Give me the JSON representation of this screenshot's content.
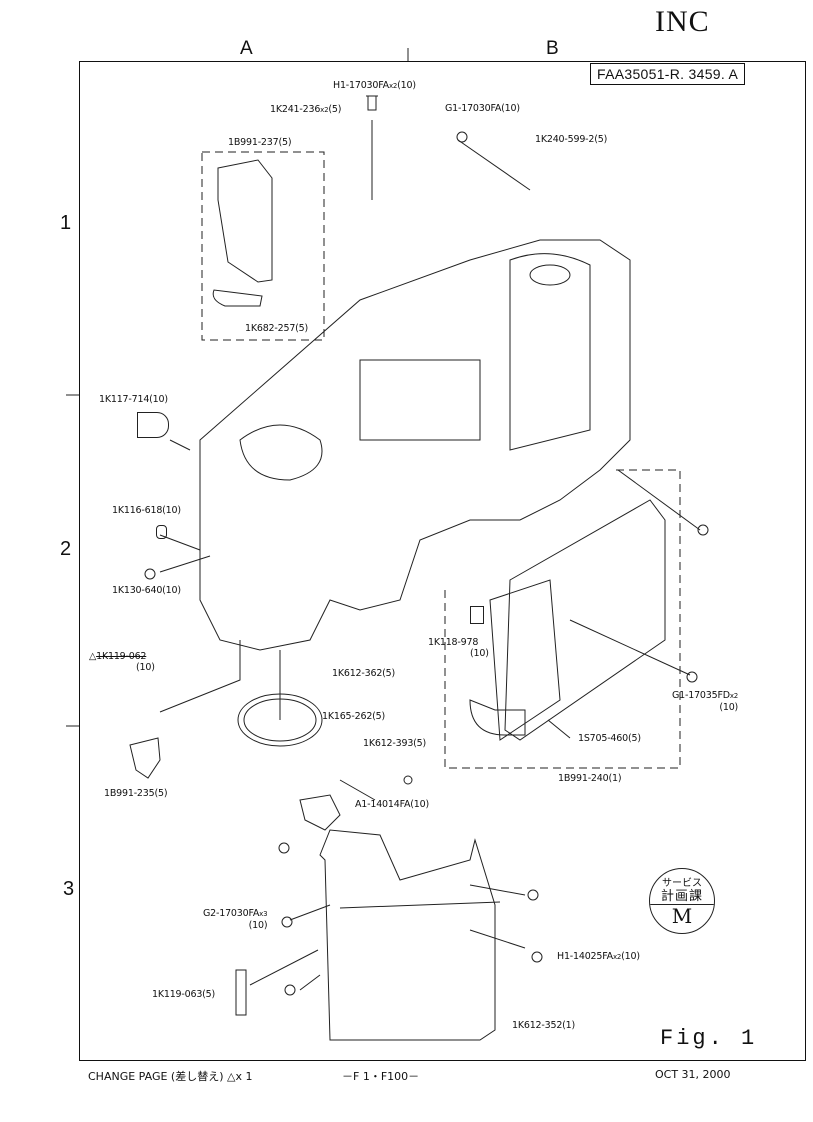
{
  "header": {
    "corner_text": "INC",
    "column_labels": [
      "A",
      "B"
    ],
    "row_labels": [
      "1",
      "2",
      "3"
    ],
    "document_number": "FAA35051-R. 3459. A"
  },
  "parts": [
    {
      "id": "h1-17030fa",
      "code": "H1-17030FA",
      "qty_mult": "x2",
      "pack": "(10)"
    },
    {
      "id": "1k241-236",
      "code": "1K241-236",
      "qty_mult": "x2",
      "pack": "(5)"
    },
    {
      "id": "g1-17030fa",
      "code": "G1-17030FA",
      "qty_mult": "",
      "pack": "(10)"
    },
    {
      "id": "1k240-599-2",
      "code": "1K240-599-2",
      "qty_mult": "",
      "pack": "(5)"
    },
    {
      "id": "1b991-237",
      "code": "1B991-237",
      "qty_mult": "",
      "pack": "(5)"
    },
    {
      "id": "1k682-257",
      "code": "1K682-257",
      "qty_mult": "",
      "pack": "(5)"
    },
    {
      "id": "1k117-714",
      "code": "1K117-714",
      "qty_mult": "",
      "pack": "(10)"
    },
    {
      "id": "1k116-618",
      "code": "1K116-618",
      "qty_mult": "",
      "pack": "(10)"
    },
    {
      "id": "1k130-640",
      "code": "1K130-640",
      "qty_mult": "",
      "pack": "(10)"
    },
    {
      "id": "1k119-062",
      "code": "1K119-062",
      "qty_mult": "",
      "pack": "(10)",
      "change_mark": "△",
      "struck_out": true
    },
    {
      "id": "1k612-362",
      "code": "1K612-362",
      "qty_mult": "",
      "pack": "(5)"
    },
    {
      "id": "1k165-262",
      "code": "1K165-262",
      "qty_mult": "",
      "pack": "(5)"
    },
    {
      "id": "1b991-235",
      "code": "1B991-235",
      "qty_mult": "",
      "pack": "(5)"
    },
    {
      "id": "1k118-978",
      "code": "1K118-978",
      "qty_mult": "",
      "pack": "(10)"
    },
    {
      "id": "g1-17035fd",
      "code": "G1-17035FD",
      "qty_mult": "x2",
      "pack": "(10)"
    },
    {
      "id": "1s705-460",
      "code": "1S705-460",
      "qty_mult": "",
      "pack": "(5)"
    },
    {
      "id": "1b991-240",
      "code": "1B991-240",
      "qty_mult": "",
      "pack": "(1)"
    },
    {
      "id": "1k612-393",
      "code": "1K612-393",
      "qty_mult": "",
      "pack": "(5)"
    },
    {
      "id": "a1-14014fa",
      "code": "A1-14014FA",
      "qty_mult": "",
      "pack": "(10)"
    },
    {
      "id": "g2-17030fa",
      "code": "G2-17030FA",
      "qty_mult": "x3",
      "pack": "(10)"
    },
    {
      "id": "h1-14025fa",
      "code": "H1-14025FA",
      "qty_mult": "x2",
      "pack": "(10)"
    },
    {
      "id": "1k119-063",
      "code": "1K119-063",
      "qty_mult": "",
      "pack": "(5)"
    },
    {
      "id": "1k612-352",
      "code": "1K612-352",
      "qty_mult": "",
      "pack": "(1)"
    }
  ],
  "stamp": {
    "line1": "サービス",
    "line2": "計画課",
    "line3": "M"
  },
  "figure_label": "Fig. 1",
  "footer": {
    "left": "CHANGE PAGE (差し替え) △x 1",
    "center": "－F 1・F100－",
    "right": "OCT 31, 2000"
  }
}
